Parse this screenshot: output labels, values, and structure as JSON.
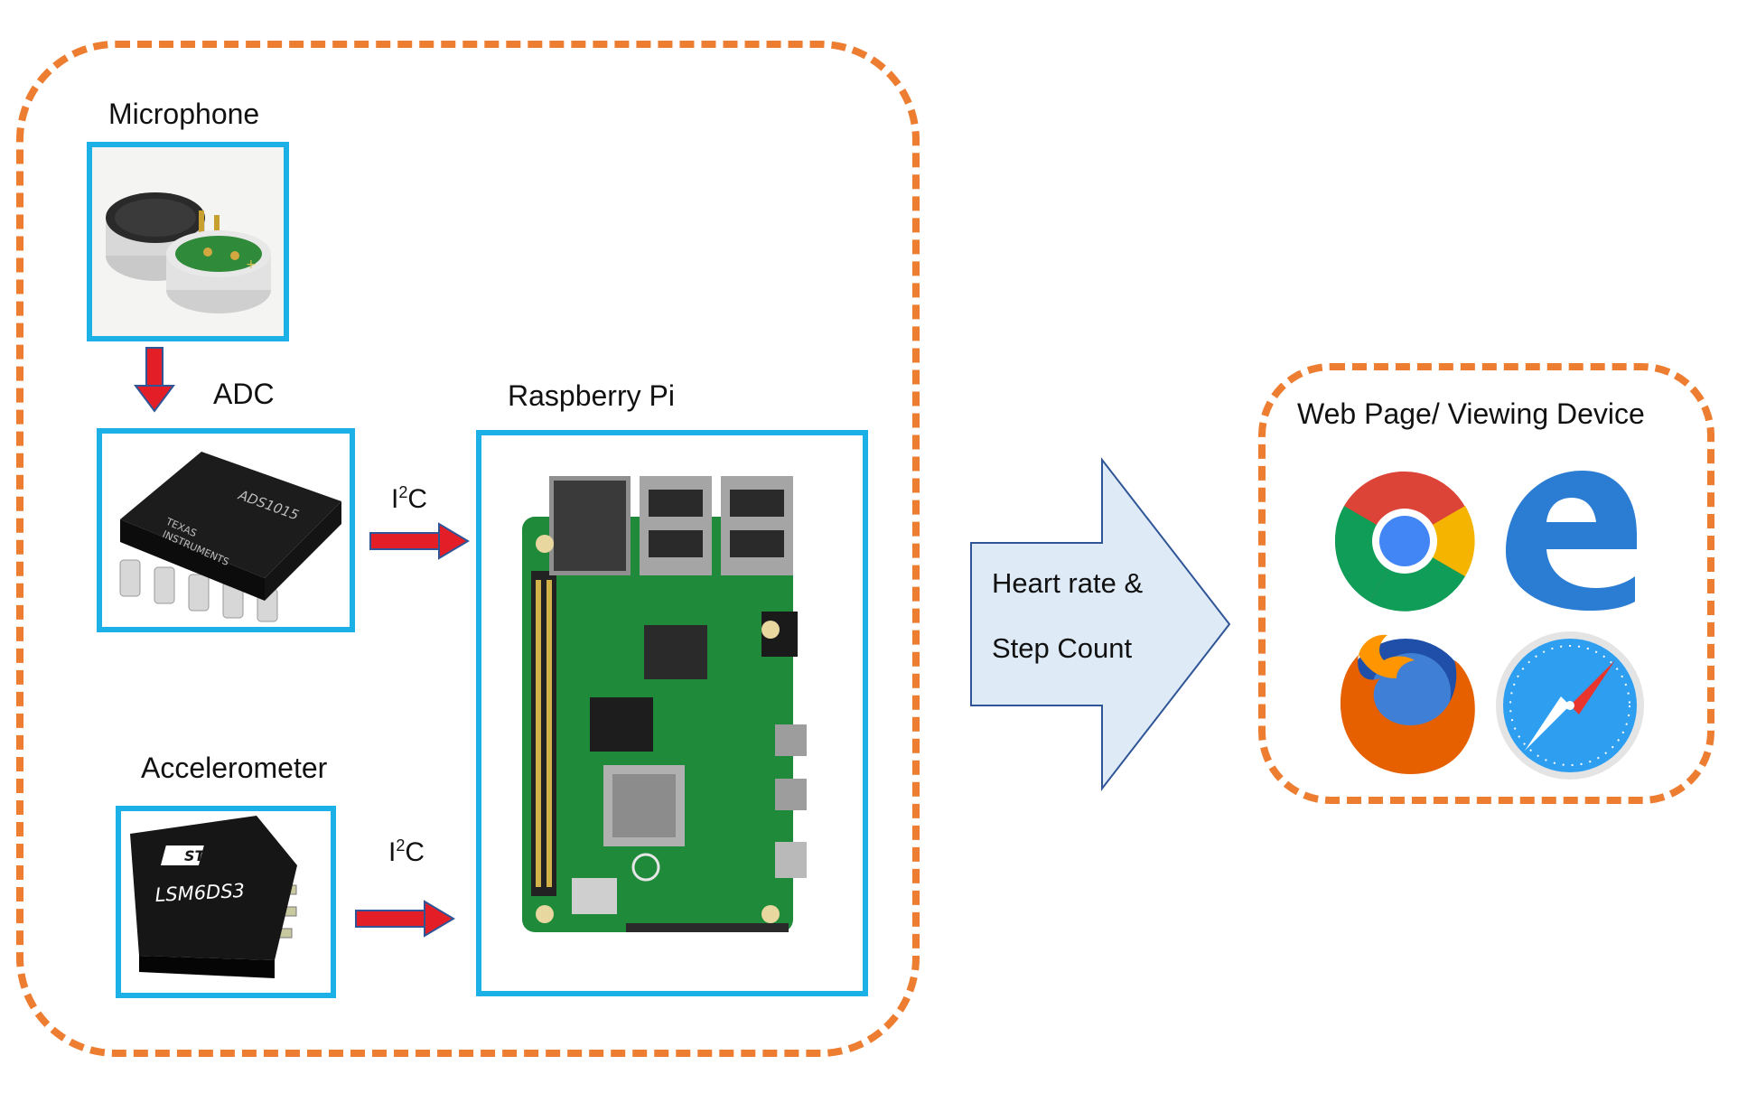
{
  "system": {
    "microphone_label": "Microphone",
    "adc_label": "ADC",
    "adc_chip_text": "ADS1015",
    "adc_brand_line1": "TEXAS",
    "adc_brand_line2": "INSTRUMENTS",
    "accelerometer_label": "Accelerometer",
    "accel_chip_text": "LSM6DS3",
    "accel_brand_text": "ST",
    "raspberry_label": "Raspberry Pi",
    "bus_adc": {
      "main": "I",
      "sup": "2",
      "tail": "C"
    },
    "bus_accel": {
      "main": "I",
      "sup": "2",
      "tail": "C"
    }
  },
  "output": {
    "arrow_line1": "Heart rate &",
    "arrow_line2": "Step Count",
    "web_label": "Web Page/ Viewing Device",
    "browsers": [
      "chrome-icon",
      "edge-icon",
      "firefox-icon",
      "safari-icon"
    ]
  },
  "colors": {
    "group_border": "#ED7D31",
    "frame_border": "#1BB0E6",
    "signal_arrow": "#E41E26",
    "big_arrow_fill": "#DEEBF7",
    "big_arrow_stroke": "#2F5597"
  }
}
